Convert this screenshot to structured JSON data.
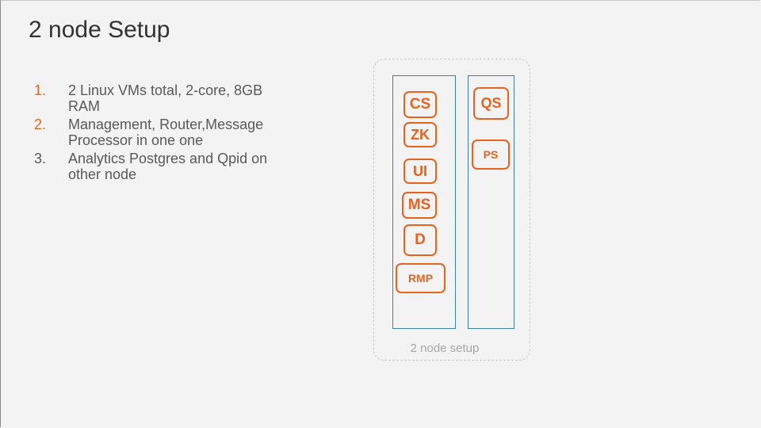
{
  "slide": {
    "title": "2 node Setup",
    "bullets": [
      {
        "num": "1.",
        "text": "2 Linux VMs total, 2-core, 8GB RAM",
        "num_color": "#e8641e"
      },
      {
        "num": "2.",
        "text": "Management, Router,Message Processor in one one",
        "num_color": "#e8641e"
      },
      {
        "num": "3.",
        "text": "Analytics Postgres and Qpid on other node",
        "num_color": "#595959"
      }
    ]
  },
  "diagram": {
    "caption": "2 node setup",
    "node1_services": [
      "CS",
      "ZK",
      "UI",
      "MS",
      "D",
      "RMP"
    ],
    "node2_services": [
      "QS",
      "PS"
    ],
    "accent_color": "#e8641e",
    "node_border_color": "#3d7fa8"
  }
}
